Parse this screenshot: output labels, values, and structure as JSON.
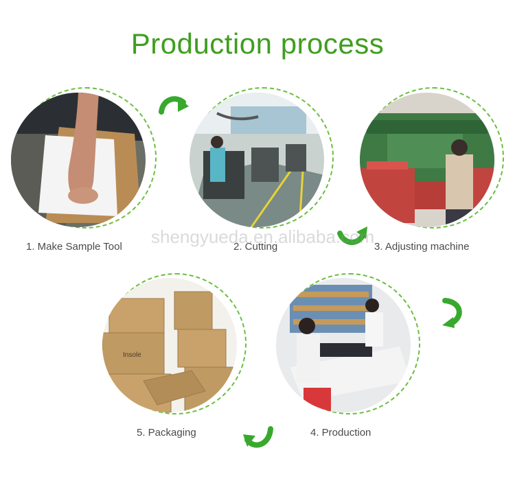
{
  "title": "Production process",
  "watermark": "shengyueda.en.alibaba.com",
  "steps": [
    {
      "label": "1. Make Sample Tool",
      "photo_alt": "foot on white insole sheet"
    },
    {
      "label": "2. Cutting",
      "photo_alt": "workshop with cutting machines"
    },
    {
      "label": "3. Adjusting machine",
      "photo_alt": "worker at green machine with red stacks"
    },
    {
      "label": "4. Production",
      "photo_alt": "workers sewing at table"
    },
    {
      "label": "5. Packaging",
      "photo_alt": "stacked cardboard boxes"
    }
  ],
  "accent_color": "#3f9e1e",
  "icons": [
    "curved-arrow-icon"
  ]
}
